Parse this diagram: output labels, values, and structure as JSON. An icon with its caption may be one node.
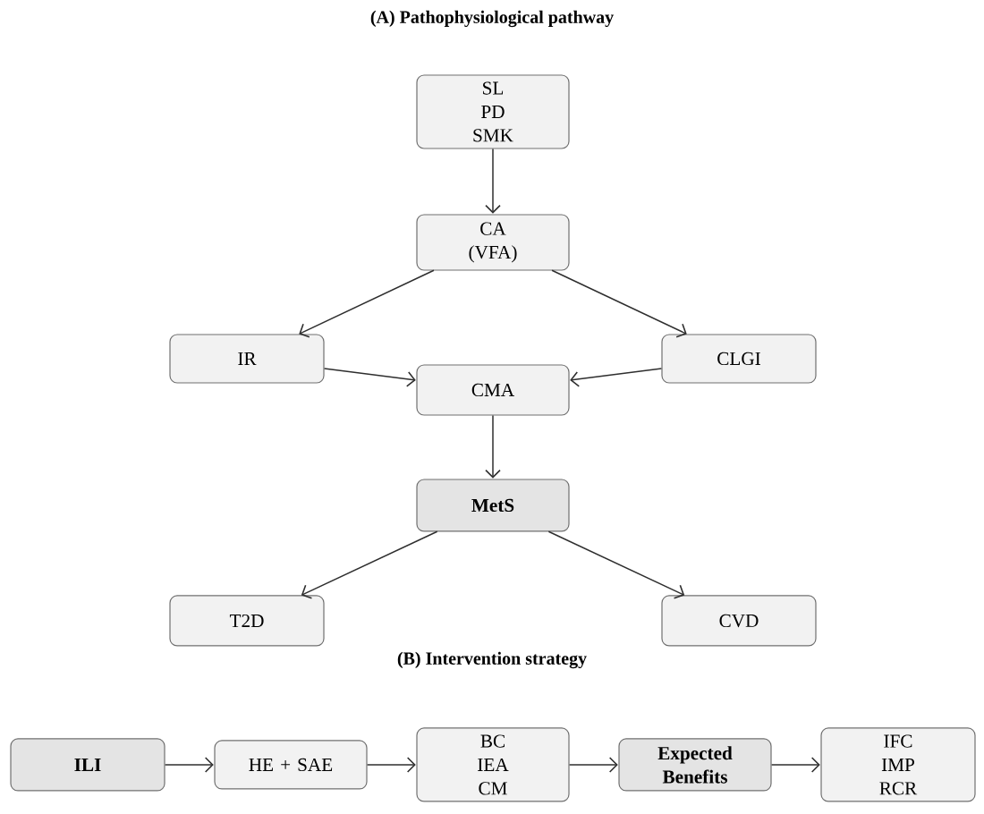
{
  "diagram": {
    "nodes": [
      {
        "text": [
          "SL",
          "PD",
          "SMK"
        ]
      },
      {
        "text": [
          "CA (VFA)"
        ]
      },
      {
        "text": [
          "IR"
        ]
      },
      {
        "text": [
          "CLGI"
        ]
      },
      {
        "text": [
          "CMA"
        ]
      },
      {
        "text": [
          "MetS"
        ]
      },
      {
        "text": [
          "T2D"
        ]
      },
      {
        "text": [
          "CVD"
        ]
      },
      {
        "text": [
          "ILI"
        ]
      },
      {
        "text": [
          "HE + SAE"
        ]
      },
      {
        "text": [
          "BC",
          "IEA",
          "CM"
        ]
      },
      {
        "text": [
          "Expected Benefits"
        ]
      },
      {
        "text": [
          "IFC",
          "IMP",
          "RCR"
        ]
      }
    ],
    "edges": [
      {
        "from": 0,
        "to": 1,
        "arrow": "to"
      },
      {
        "from": 1,
        "to": 2,
        "arrow": "to"
      },
      {
        "from": 1,
        "to": 3,
        "arrow": "to"
      },
      {
        "from": 2,
        "to": 4,
        "arrow": "to"
      },
      {
        "from": 3,
        "to": 4,
        "arrow": "to"
      },
      {
        "from": 4,
        "to": 5,
        "arrow": "to"
      },
      {
        "from": 5,
        "to": 6,
        "arrow": "to"
      },
      {
        "from": 5,
        "to": 7,
        "arrow": "to"
      },
      {
        "from": 8,
        "to": 9,
        "arrow": "to"
      },
      {
        "from": 9,
        "to": 10,
        "arrow": "to"
      },
      {
        "from": 10,
        "to": 11,
        "arrow": "to"
      },
      {
        "from": 11,
        "to": 12,
        "arrow": "to"
      }
    ],
    "labels": [
      "(A) Pathophysiological pathway",
      "(B) Intervention strategy"
    ]
  }
}
